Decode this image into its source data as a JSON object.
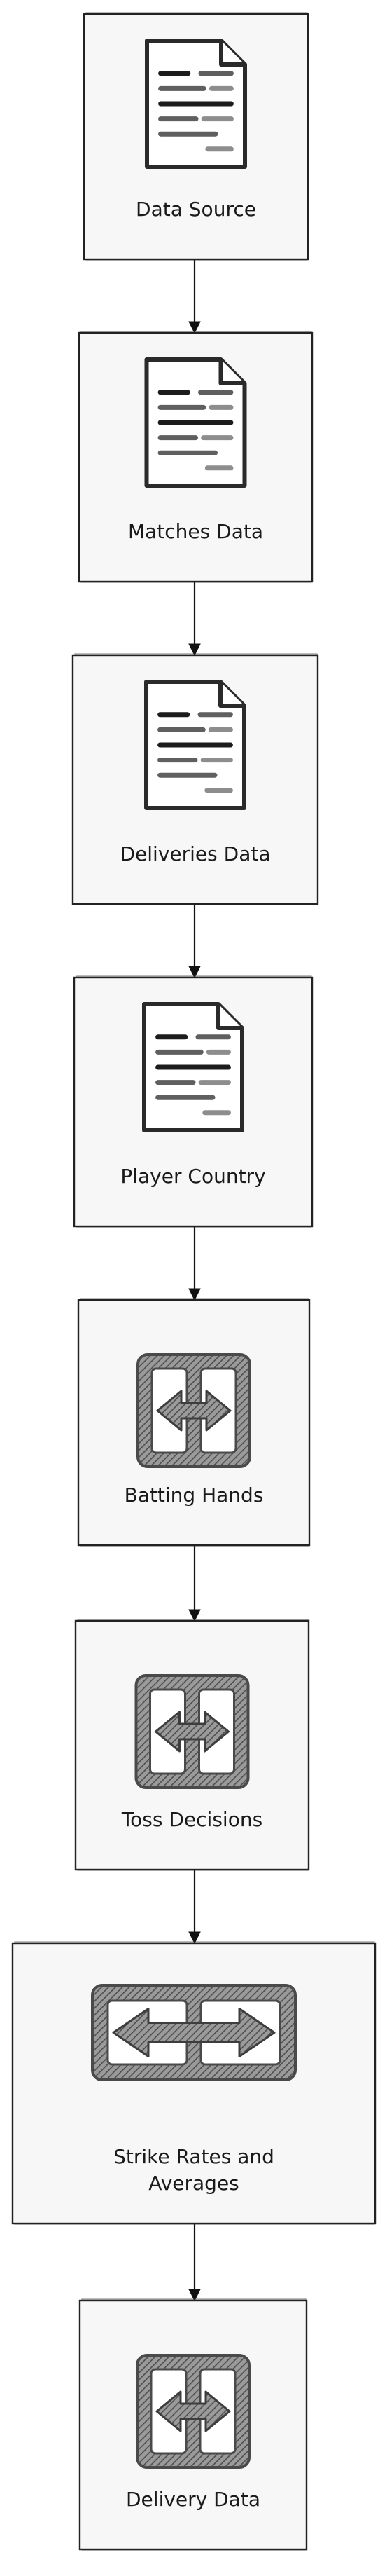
{
  "nodes": [
    {
      "id": "data-source",
      "label_lines": [
        "Data Source"
      ],
      "icon": "document-icon"
    },
    {
      "id": "matches-data",
      "label_lines": [
        "Matches Data"
      ],
      "icon": "document-icon"
    },
    {
      "id": "deliveries-data",
      "label_lines": [
        "Deliveries Data"
      ],
      "icon": "document-icon"
    },
    {
      "id": "player-country",
      "label_lines": [
        "Player Country"
      ],
      "icon": "document-icon"
    },
    {
      "id": "batting-hands",
      "label_lines": [
        "Batting Hands"
      ],
      "icon": "transform-icon"
    },
    {
      "id": "toss-decisions",
      "label_lines": [
        "Toss Decisions"
      ],
      "icon": "transform-icon"
    },
    {
      "id": "strike-rates-and-averages",
      "label_lines": [
        "Strike Rates and",
        "Averages"
      ],
      "icon": "transform-icon"
    },
    {
      "id": "delivery-data",
      "label_lines": [
        "Delivery Data"
      ],
      "icon": "transform-icon"
    }
  ],
  "edges": [
    {
      "from": "data-source",
      "to": "matches-data"
    },
    {
      "from": "matches-data",
      "to": "deliveries-data"
    },
    {
      "from": "deliveries-data",
      "to": "player-country"
    },
    {
      "from": "player-country",
      "to": "batting-hands"
    },
    {
      "from": "batting-hands",
      "to": "toss-decisions"
    },
    {
      "from": "toss-decisions",
      "to": "strike-rates-and-averages"
    },
    {
      "from": "strike-rates-and-averages",
      "to": "delivery-data"
    }
  ],
  "colors": {
    "stroke": "#222222",
    "box_fill": "#f7f7f7",
    "icon_dark": "#2a2a2a",
    "icon_hatch": "#6a6a6a"
  }
}
